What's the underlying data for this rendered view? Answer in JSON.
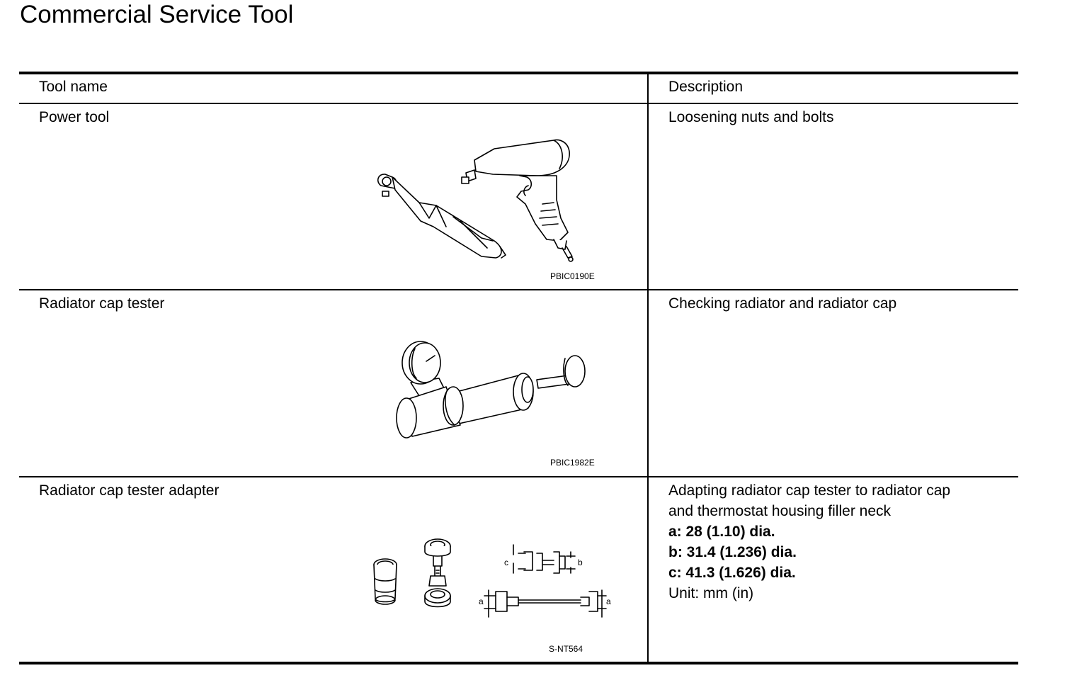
{
  "page": {
    "title": "Commercial Service Tool"
  },
  "table": {
    "headers": {
      "tool_name": "Tool name",
      "description": "Description"
    },
    "rows": [
      {
        "tool_name": "Power tool",
        "description": "Loosening nuts and bolts",
        "figure_code": "PBIC0190E",
        "figure_icon": "power-tool-illustration"
      },
      {
        "tool_name": "Radiator cap tester",
        "description": "Checking radiator and radiator cap",
        "figure_code": "PBIC1982E",
        "figure_icon": "radiator-cap-tester-illustration"
      },
      {
        "tool_name": "Radiator cap tester adapter",
        "description_lines": [
          "Adapting radiator cap tester to radiator cap",
          "and thermostat housing filler neck"
        ],
        "specs": [
          "a: 28 (1.10) dia.",
          "b: 31.4 (1.236) dia.",
          "c: 41.3 (1.626) dia."
        ],
        "unit": "Unit: mm (in)",
        "figure_code": "S-NT564",
        "figure_icon": "radiator-cap-tester-adapter-illustration",
        "dimension_letters": {
          "a": "a",
          "b": "b",
          "c": "c"
        }
      }
    ]
  }
}
